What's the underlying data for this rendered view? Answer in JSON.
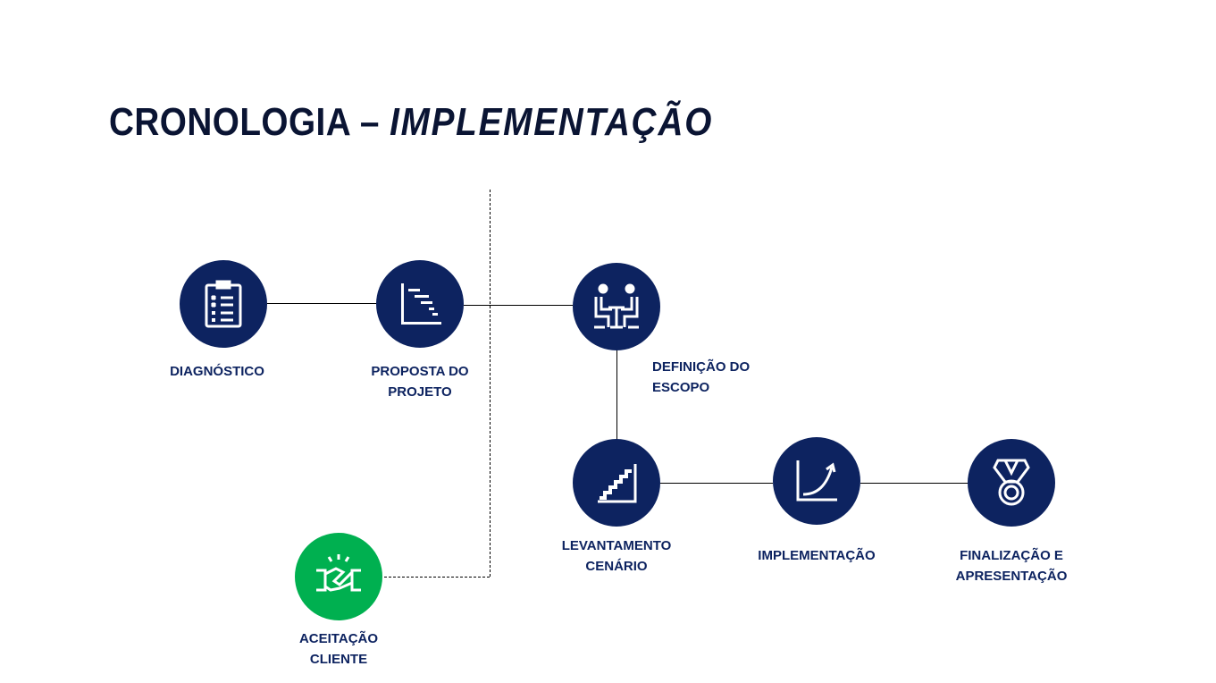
{
  "title": {
    "main": "CRONOLOGIA – ",
    "emphasis": "IMPLEMENTAÇÃO"
  },
  "steps": [
    {
      "id": "diagnostico",
      "line1": "DIAGNÓSTICO",
      "line2": "",
      "icon": "clipboard-checklist-icon",
      "color": "#0d2360"
    },
    {
      "id": "proposta",
      "line1": "PROPOSTA DO",
      "line2": "PROJETO",
      "icon": "gantt-chart-icon",
      "color": "#0d2360"
    },
    {
      "id": "definicao",
      "line1": "DEFINIÇÃO DO",
      "line2": "ESCOPO",
      "icon": "meeting-table-icon",
      "color": "#0d2360"
    },
    {
      "id": "levantamento",
      "line1": "LEVANTAMENTO",
      "line2": "CENÁRIO",
      "icon": "staircase-chart-icon",
      "color": "#0d2360"
    },
    {
      "id": "implementacao",
      "line1": "IMPLEMENTAÇÃO",
      "line2": "",
      "icon": "growth-curve-icon",
      "color": "#0d2360"
    },
    {
      "id": "finalizacao",
      "line1": "FINALIZAÇÃO E",
      "line2": "APRESENTAÇÃO",
      "icon": "medal-icon",
      "color": "#0d2360"
    },
    {
      "id": "aceitacao",
      "line1": "ACEITAÇÃO",
      "line2": "CLIENTE",
      "icon": "handshake-icon",
      "color": "#00b050"
    }
  ]
}
